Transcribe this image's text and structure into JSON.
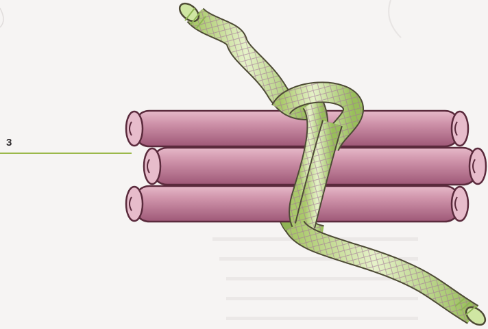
{
  "step": {
    "number": "3"
  },
  "colors": {
    "accent": "#9bb84a",
    "rod_fill": "#c98aa3",
    "rod_dark": "#9b5575",
    "rod_outline": "#5a2a3c",
    "cord_fill": "#cfe6a3",
    "cord_dark": "#8fb455",
    "cord_pattern": "#9d6f93",
    "cord_outline": "#4d4a35"
  },
  "illustration": {
    "rods": 3,
    "knot_wraps": 2
  }
}
